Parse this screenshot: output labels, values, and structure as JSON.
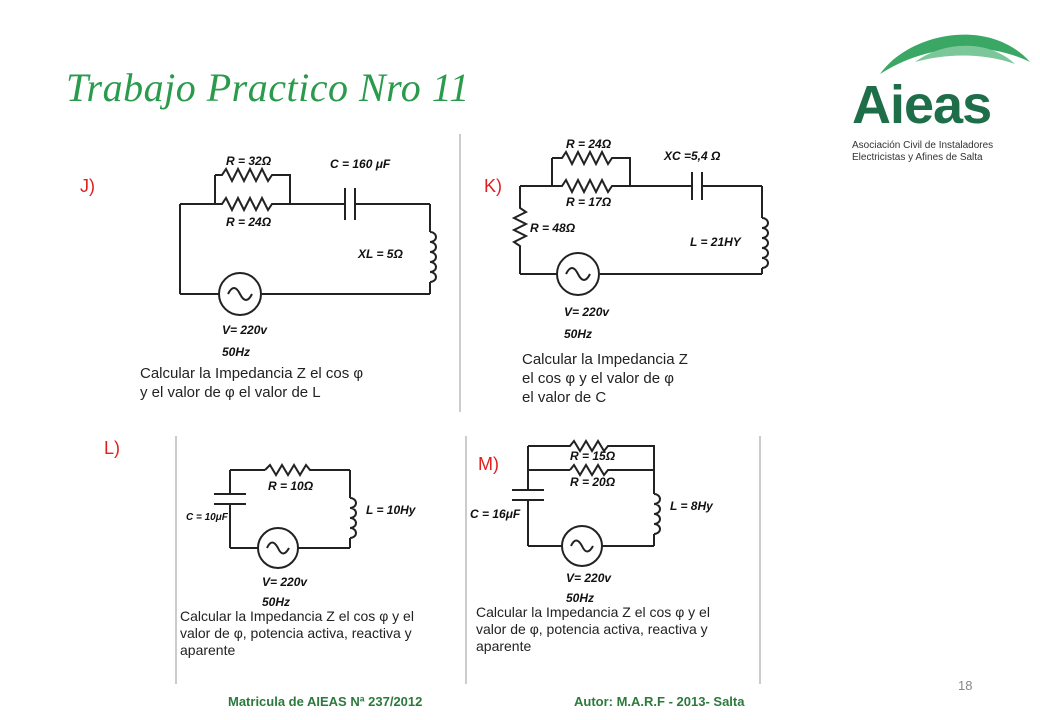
{
  "title": "Trabajo Practico Nro 11",
  "logo": {
    "word": "Aieas",
    "subtitle_line1": "Asociación Civil de Instaladores",
    "subtitle_line2": "Electricistas y Afines de Salta"
  },
  "circuits": {
    "J": {
      "label": "J)",
      "r1": "R = 32Ω",
      "r2": "R = 24Ω",
      "c": "C = 160 μF",
      "xl": "XL = 5Ω",
      "v": "V= 220v",
      "f": "50Hz",
      "desc_line1": "Calcular la Impedancia Z el cos φ",
      "desc_line2": "y el valor de φ el valor de L"
    },
    "K": {
      "label": "K)",
      "r1": "R = 24Ω",
      "r2": "R = 17Ω",
      "r3": "R = 48Ω",
      "xc": "XC =5,4 Ω",
      "l": "L = 21HY",
      "v": "V= 220v",
      "f": "50Hz",
      "desc_line1": "Calcular la Impedancia Z",
      "desc_line2": "el cos φ y el valor de φ",
      "desc_line3": "el valor de C"
    },
    "L": {
      "label": "L)",
      "r": "R = 10Ω",
      "c": "C = 10μF",
      "l": "L = 10Hy",
      "v": "V= 220v",
      "f": "50Hz",
      "desc_line1": "Calcular la Impedancia Z el cos φ y el",
      "desc_line2": "valor de φ, potencia activa, reactiva y",
      "desc_line3": "aparente"
    },
    "M": {
      "label": "M)",
      "r1": "R = 15Ω",
      "r2": "R = 20Ω",
      "c": "C = 16μF",
      "l": "L = 8Hy",
      "v": "V= 220v",
      "f": "50Hz",
      "desc_line1": "Calcular la Impedancia Z el cos φ y el",
      "desc_line2": "valor de φ, potencia activa, reactiva y",
      "desc_line3": "aparente"
    }
  },
  "footer": {
    "left": "Matricula de AIEAS Nª 237/2012",
    "right": "Autor: M.A.R.F - 2013- Salta",
    "page": "18"
  },
  "colors": {
    "title": "#2a9a4c",
    "label": "#e0201e",
    "logo": "#1e6e4a",
    "footer": "#2b7a3c"
  }
}
